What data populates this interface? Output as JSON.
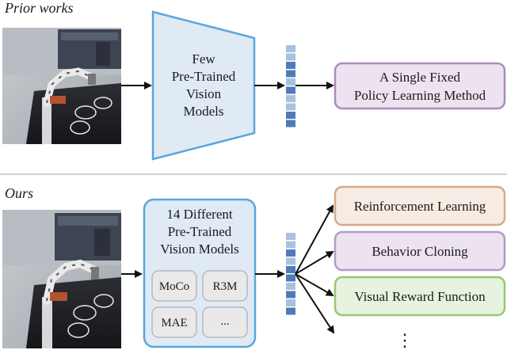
{
  "sections": {
    "prior": {
      "title": "Prior works"
    },
    "ours": {
      "title": "Ours"
    }
  },
  "prior": {
    "encoder_lines": [
      "Few",
      "Pre-Trained",
      "Vision",
      "Models"
    ],
    "policy_lines": [
      "A Single Fixed",
      "Policy Learning Method"
    ]
  },
  "ours": {
    "encoder_lines": [
      "14 Different",
      "Pre-Trained",
      "Vision Models"
    ],
    "models": [
      "MoCo",
      "R3M",
      "MAE",
      "..."
    ],
    "methods": [
      "Reinforcement Learning",
      "Behavior Cloning",
      "Visual Reward Function"
    ],
    "ellipsis": "⋮"
  },
  "colors": {
    "encoder_fill": "#dfeaf4",
    "encoder_stroke": "#5aa6dc",
    "policy_fill": "#ede3f0",
    "policy_stroke": "#a98bbb",
    "rl_fill": "#f6ece4",
    "rl_stroke": "#d7a987",
    "bc_fill": "#ede3f0",
    "bc_stroke": "#b39bc4",
    "vr_fill": "#e7f3de",
    "vr_stroke": "#93c77a",
    "model_chip_fill": "#e9e9e9",
    "model_chip_stroke": "#b8b8b8",
    "feature_dark": "#4f7cb8",
    "feature_light": "#a9c1df",
    "divider": "#d0d0d0"
  },
  "feature_vector": {
    "prior": [
      "light",
      "light",
      "dark",
      "dark",
      "light",
      "dark",
      "light",
      "light",
      "dark",
      "dark"
    ],
    "ours": [
      "light",
      "light",
      "dark",
      "light",
      "dark",
      "dark",
      "light",
      "dark",
      "light",
      "dark"
    ]
  }
}
